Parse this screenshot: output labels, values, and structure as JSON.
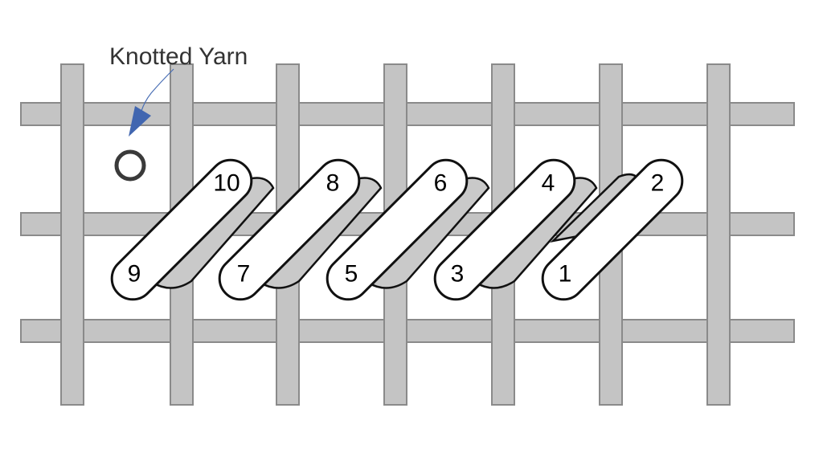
{
  "diagram": {
    "caption": "Knotted Yarn",
    "step_labels": [
      "1",
      "2",
      "3",
      "4",
      "5",
      "6",
      "7",
      "8",
      "9",
      "10"
    ],
    "colors": {
      "canvas_thread": "#c4c4c4",
      "stitch_front": "#ffffff",
      "stitch_back": "#c9c9c9",
      "outline": "#111111",
      "pointer": "#4166b0",
      "knot_ring": "#3a3a3a"
    }
  }
}
